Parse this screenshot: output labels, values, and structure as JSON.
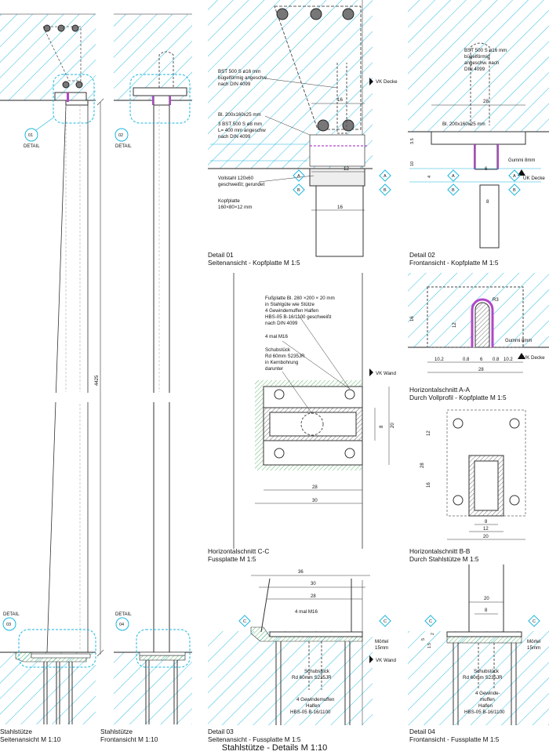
{
  "sheet_title": "Stahlstütze - Details   M 1:10",
  "captions": {
    "stuetze_seite": [
      "Stahlstütze",
      "Seitenansicht  M 1:10"
    ],
    "stuetze_front": [
      "Stahlstütze",
      "Frontansicht  M 1:10"
    ],
    "detail01": [
      "Detail 01",
      "Seitenansicht - Kopfplatte  M 1:5"
    ],
    "detail02": [
      "Detail 02",
      "Frontansicht - Kopfplatte  M 1:5"
    ],
    "schnitt_aa": [
      "Horizontalschnitt A-A",
      "Durch Vollprofil - Kopfplatte  M 1:5"
    ],
    "schnitt_cc": [
      "Horizontalschnitt C-C",
      "Fussplatte  M 1:5"
    ],
    "schnitt_bb": [
      "Horizontalschnitt B-B",
      "Durch Stahlstütze  M 1:5"
    ],
    "detail03": [
      "Detail 03",
      "Seitenansicht - Fussplatte  M 1:5"
    ],
    "detail04": [
      "Detail 04",
      "Frontansicht - Fussplatte  M 1:5"
    ]
  },
  "detail_markers": {
    "d01": [
      "01",
      "DETAIL"
    ],
    "d02": [
      "02",
      "DETAIL"
    ],
    "d03": [
      "DETAIL",
      "03"
    ],
    "d04": [
      "DETAIL",
      "04"
    ]
  },
  "overall_height": "4425",
  "d01": {
    "note_bst": [
      "BST 500 S ø16 mm",
      "bügelförmig angeschw",
      "nach DIN 4099"
    ],
    "note_bl": "Bl. 200x160x25 mm",
    "note_3bst": [
      "3 BST 500 S ø8 mm",
      "L= 400 mm angeschw",
      "nach DIN 4099"
    ],
    "note_vollstahl": [
      "Vollstahl 120x60",
      "geschweißt; gerundet"
    ],
    "note_kopf": [
      "Kopfplatte",
      "160×80×12 mm"
    ],
    "vk": "VK Decke",
    "dims": [
      "16",
      "12",
      "16"
    ],
    "markers": [
      "A",
      "A",
      "B",
      "B"
    ]
  },
  "d02": {
    "note_bst": [
      "BST 500 S ø16 mm",
      "bügelförmig",
      "angeschw. nach",
      "DIN 4099"
    ],
    "note_bl": "Bl. 200x160x25 mm",
    "gummi": "Gummi 8mm",
    "uk": "UK Decke",
    "dims": [
      "28",
      "3.5",
      "10",
      "4",
      "6",
      "8"
    ],
    "markers": [
      "A",
      "A",
      "B",
      "B"
    ]
  },
  "aa": {
    "gummi": "Gummi 8mm",
    "vk": "VK Decke",
    "r": "R3",
    "dims": [
      "16",
      "12",
      "10.2",
      "0.8",
      "6",
      "0.8",
      "10.2",
      "28"
    ]
  },
  "cc": {
    "note_fuss": [
      "Fußplatte Bl. 280 ×200 × 20 mm",
      "in Stahlgüte wie Stütze",
      "4 Gewindemuffen Halfen",
      "HBS-05 B-16/1100 geschweißt",
      "nach DIN 4099"
    ],
    "note_m16": "4 mal M16",
    "note_schub": [
      "Schubstück",
      "Rd 60mm S235JR",
      "in Kernbohrung",
      "darunter"
    ],
    "vk": "VK Wand",
    "dims": [
      "8",
      "20",
      "28",
      "30"
    ]
  },
  "bb": {
    "dims": [
      "12",
      "28",
      "16",
      "8",
      "12",
      "20"
    ]
  },
  "d03": {
    "note_m16": "4 mal M16",
    "moertel": [
      "Mörtel",
      "15mm"
    ],
    "vk": "VK Wand",
    "note_schub": [
      "Schubstück",
      "Rd 60mm S235JR"
    ],
    "note_gew": [
      "4 Gewindemuffen",
      "Halfen",
      "HBS-05 B-16/1100"
    ],
    "dims": [
      "36",
      "30",
      "28"
    ],
    "markers": [
      "C",
      "C"
    ]
  },
  "d04": {
    "moertel": [
      "Mörtel",
      "15mm"
    ],
    "note_schub": [
      "Schubstück",
      "Rd 60mm S235JR"
    ],
    "note_gew": [
      "4 Gewinde-",
      "muffen",
      "Halfen",
      "HBS-05 B-16/1100"
    ],
    "dims": [
      "20",
      "8",
      "5",
      "1.5",
      "2"
    ],
    "markers": [
      "C",
      "C"
    ]
  }
}
